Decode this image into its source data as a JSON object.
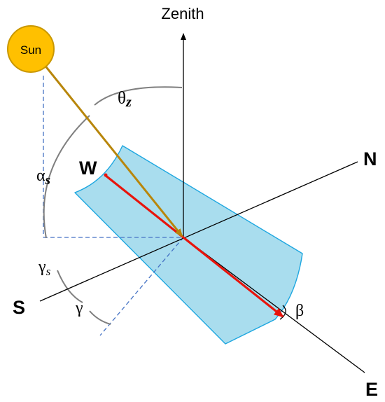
{
  "labels": {
    "zenith": "Zenith",
    "sun": "Sun",
    "north": "N",
    "south": "S",
    "east": "E",
    "west": "W",
    "theta_z": "θ",
    "theta_z_sub": "z",
    "alpha_s": "α",
    "alpha_s_sub": "s",
    "gamma_s": "γ",
    "gamma_s_sub": "s",
    "gamma": "γ",
    "beta": "β"
  },
  "colors": {
    "sun_fill": "#FFC000",
    "sun_stroke": "#C99700",
    "sun_ray": "#B8860B",
    "collector_fill": "#A9DDEE",
    "collector_stroke": "#1EA7E0",
    "axis_arrow": "#E8140C",
    "dashed": "#4472C4",
    "arc": "#7F7F7F",
    "axes": "#000000"
  }
}
